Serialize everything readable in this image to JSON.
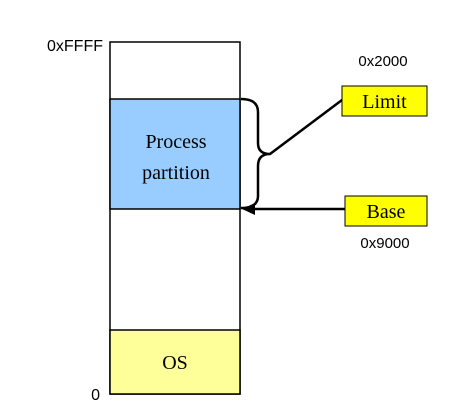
{
  "labels": {
    "top_address": "0xFFFF",
    "bottom_address": "0",
    "limit_value": "0x2000",
    "limit": "Limit",
    "base": "Base",
    "base_value": "0x9000",
    "os": "OS",
    "process_line1": "Process",
    "process_line2": "partition"
  },
  "colors": {
    "process_fill": "#99ccff",
    "os_fill": "#ffff99",
    "label_box_fill": "#ffff00",
    "stroke": "#000000"
  }
}
